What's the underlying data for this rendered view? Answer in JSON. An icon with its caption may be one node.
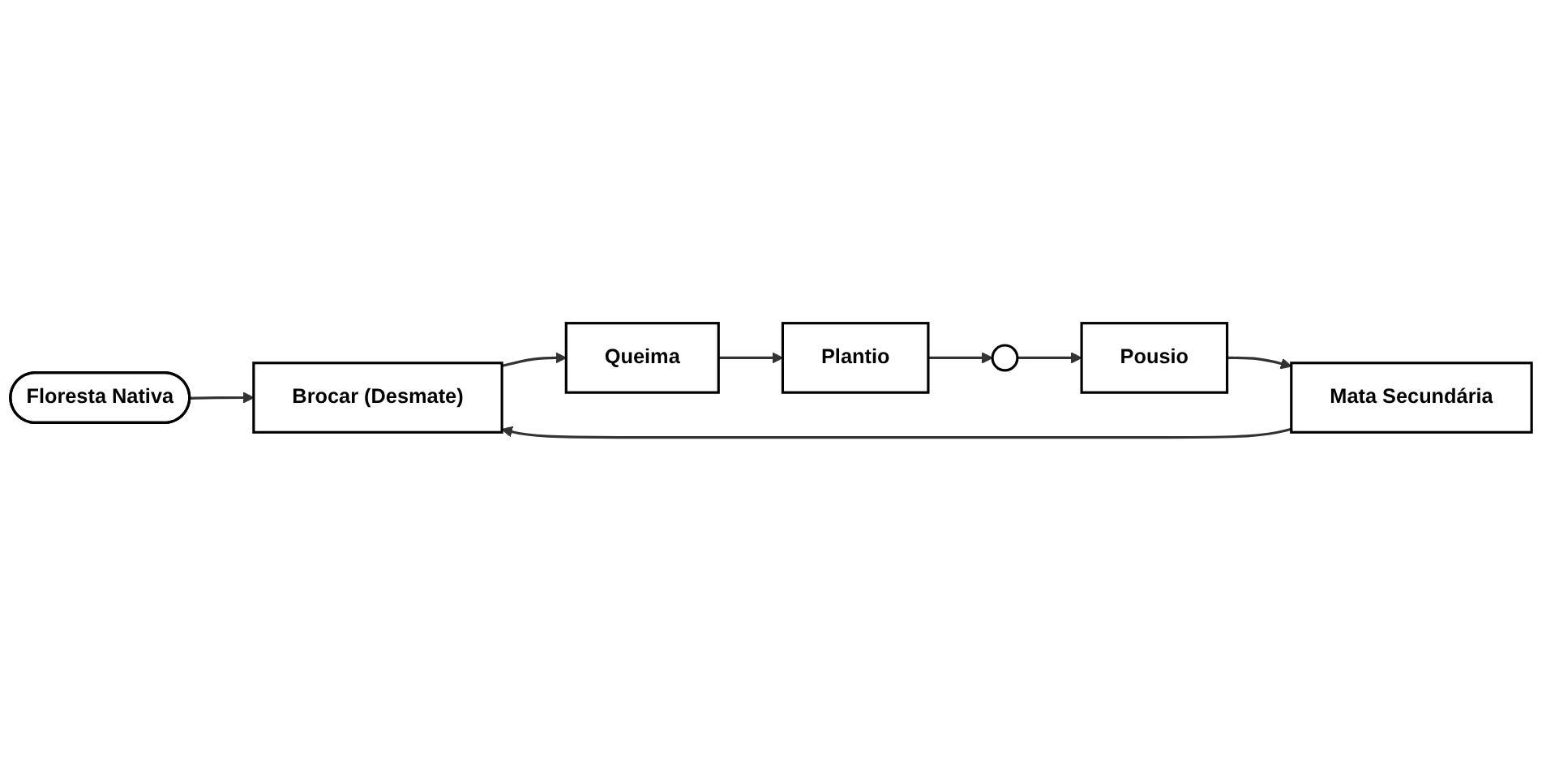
{
  "diagram": {
    "nodes": [
      {
        "text": [
          "Floresta Nativa"
        ]
      },
      {
        "text": [
          "Brocar (Desmate)"
        ]
      },
      {
        "text": [
          "Queima"
        ]
      },
      {
        "text": [
          "Plantio"
        ]
      },
      {
        "text": [],
        "shape": "circle"
      },
      {
        "text": [
          "Pousio"
        ]
      },
      {
        "text": [
          "Mata Secundária"
        ]
      }
    ],
    "edges": [
      {
        "from": 0,
        "to": 1,
        "arrow": "to"
      },
      {
        "from": 1,
        "to": 2,
        "arrow": "to"
      },
      {
        "from": 2,
        "to": 3,
        "arrow": "to"
      },
      {
        "from": 3,
        "to": 4,
        "arrow": "to"
      },
      {
        "from": 4,
        "to": 5,
        "arrow": "to"
      },
      {
        "from": 5,
        "to": 6,
        "arrow": "to"
      },
      {
        "from": 6,
        "to": 1,
        "arrow": "to"
      }
    ]
  }
}
